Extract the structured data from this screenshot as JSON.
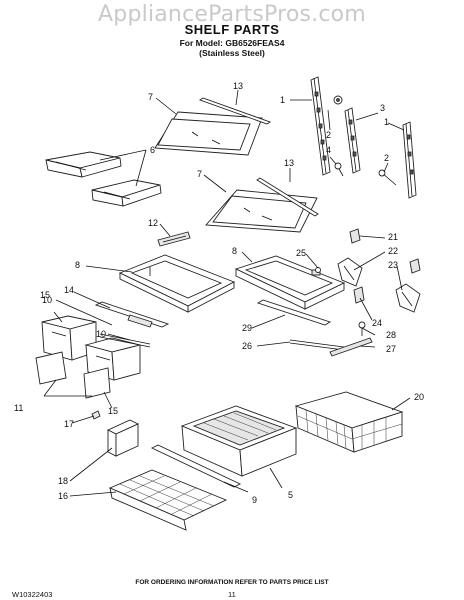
{
  "watermark": "AppliancePartsPros.com",
  "title": "SHELF PARTS",
  "model_line": "For Model: GB6526FEAS4",
  "model_variant": "(Stainless Steel)",
  "footer_note": "FOR ORDERING INFORMATION REFER TO PARTS PRICE LIST",
  "doc_number": "W10322403",
  "page_number": "11",
  "callouts": {
    "c1a": "1",
    "c1b": "1",
    "c2a": "2",
    "c2b": "2",
    "c3": "3",
    "c4": "4",
    "c5": "5",
    "c6": "6",
    "c7a": "7",
    "c7b": "7",
    "c8a": "8",
    "c8b": "8",
    "c9": "9",
    "c10a": "10",
    "c10b": "10",
    "c11": "11",
    "c12": "12",
    "c13a": "13",
    "c13b": "13",
    "c14": "14",
    "c15a": "15",
    "c15b": "15",
    "c16": "16",
    "c17": "17",
    "c18": "18",
    "c20": "20",
    "c21": "21",
    "c22": "22",
    "c23": "23",
    "c24": "24",
    "c25": "25",
    "c26": "26",
    "c27": "27",
    "c28": "28",
    "c29": "29"
  }
}
